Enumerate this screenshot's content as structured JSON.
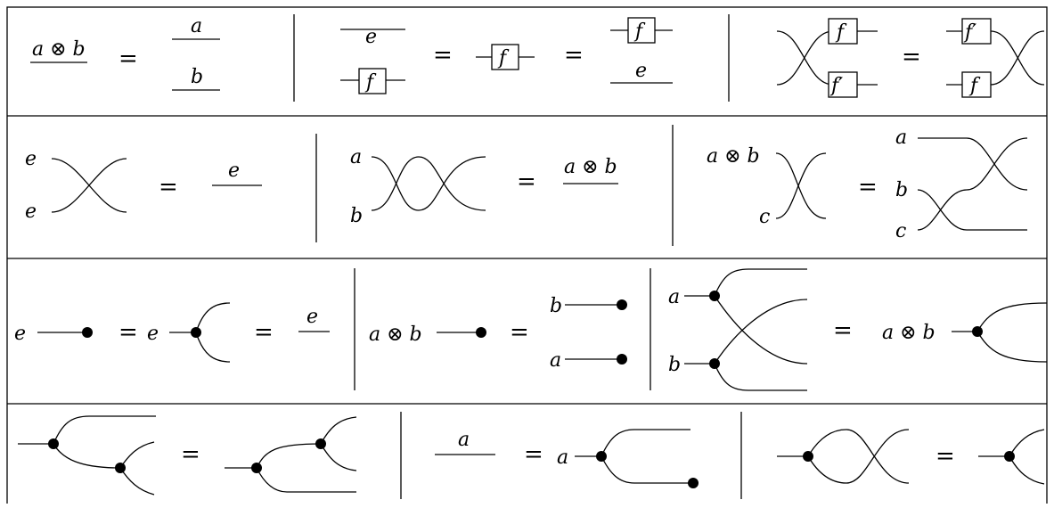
{
  "symbols": {
    "a": "a",
    "b": "b",
    "c": "c",
    "e": "e",
    "f": "f",
    "f_prime": "f′",
    "a_tensor_b": "a ⊗ b",
    "equals": "="
  }
}
